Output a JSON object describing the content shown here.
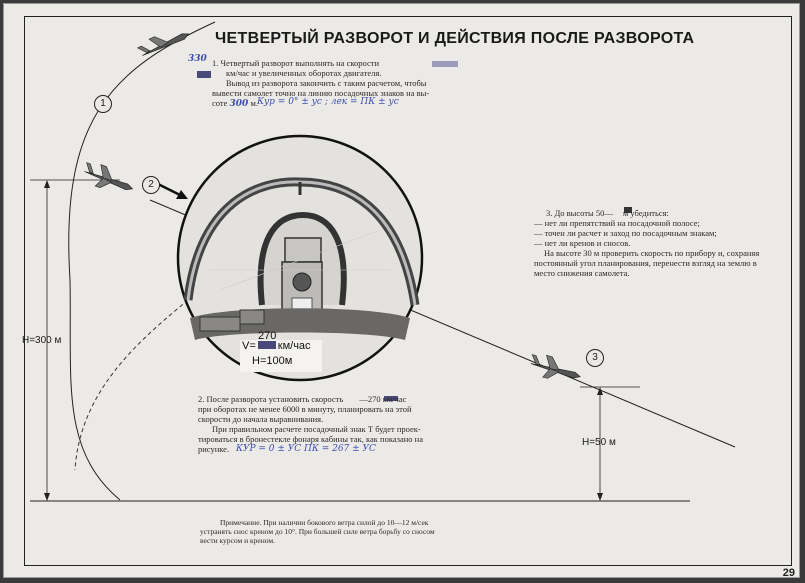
{
  "title": "ЧЕТВЕРТЫЙ РАЗВОРОТ И ДЕЙСТВИЯ ПОСЛЕ РАЗВОРОТА",
  "step1": {
    "number": "1",
    "line1": "1. Четвертый разворот выполнять на скорости",
    "line2": "км/час и увеличенных оборотах двигателя.",
    "line3": "Вывод из разворота закончить с таким расчетом, чтобы",
    "line4": "вывести самолет точно на линию посадочных знаков на вы-",
    "line5": "соте",
    "line5b": "м.",
    "handwritten": "Кур = 0° ± ус ;  лек = ПК ± ус",
    "note_num": "330",
    "note_alt": "300"
  },
  "step2": {
    "number": "2",
    "line1": "2. После разворота установить скорость",
    "line1b": "—270 км/час",
    "line2": "при оборотах не менее 6000 в минуту, планировать на этой",
    "line3": "скорости до начала выравнивания.",
    "line4": "При правильном расчете посадочный знак Т будет проек-",
    "line5": "тироваться в бронестекле фонаря кабины так, как показано на",
    "line6": "рисунке.",
    "handwritten": "КУР = 0 ± УС    ПК = 267 ± УС"
  },
  "step3": {
    "number": "3",
    "line1": "3. До высоты 50—",
    "line1b": "м убедиться:",
    "line2": "— нет ли препятствий на посадочной полосе;",
    "line3": "— точен ли расчет и заход по посадочным знакам;",
    "line4": "— нет ли кренов и сносов.",
    "line5": "На высоте 30 м проверить скорость по прибору и, сохраняя",
    "line6": "постоянный угол планирования, перенести взгляд на землю в",
    "line7": "место снижения самолета."
  },
  "cockpit": {
    "speed_hw": "270",
    "speed_label": "V=",
    "speed_unit": "км/час",
    "height": "H=100м"
  },
  "heights": {
    "left": "H=300 м",
    "right": "H=50 м"
  },
  "note": {
    "line1": "Примечание. При наличии бокового ветра силой до 10—12 м/сек",
    "line2": "устранять снос креном до 10°. При большей силе ветра борьбу со сносом",
    "line3": "вести курсом и креном."
  },
  "page_number": "29"
}
